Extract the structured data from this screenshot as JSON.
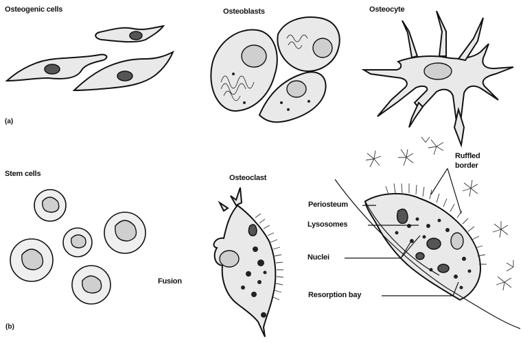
{
  "part_a": {
    "tag": "(a)",
    "labels": {
      "osteogenic": "Osteogenic cells",
      "osteoblasts": "Osteoblasts",
      "osteocyte": "Osteocyte"
    }
  },
  "part_b": {
    "tag": "(b)",
    "labels": {
      "stem_cells": "Stem cells",
      "osteoclast": "Osteoclast",
      "fusion": "Fusion",
      "ruffled_border": "Ruffled\nborder",
      "periosteum": "Periosteum",
      "lysosomes": "Lysosomes",
      "nuclei": "Nuclei",
      "resorption_bay": "Resorption bay"
    }
  }
}
